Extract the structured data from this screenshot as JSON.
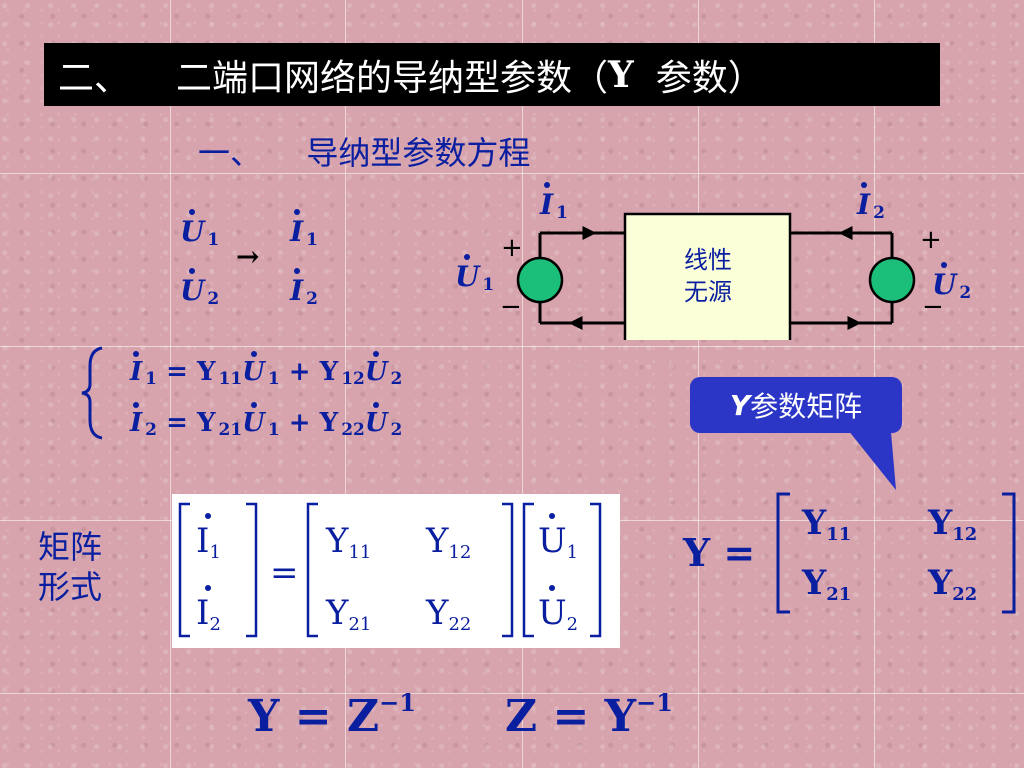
{
  "title": {
    "number": "二、",
    "text": "二端口网络的导纳型参数（",
    "y": "Y",
    "end": "参数）"
  },
  "subtitle": {
    "number": "一、",
    "text": "导纳型参数方程"
  },
  "mapping": {
    "u1": "U",
    "u1_sub": "1",
    "u2": "U",
    "u2_sub": "2",
    "arrow": "→",
    "i1": "I",
    "i1_sub": "1",
    "i2": "I",
    "i2_sub": "2"
  },
  "circuit": {
    "box_line1": "线性",
    "box_line2": "无源",
    "i1": "I",
    "i1_sub": "1",
    "i2": "I",
    "i2_sub": "2",
    "u1": "U",
    "u1_sub": "1",
    "u2": "U",
    "u2_sub": "2",
    "plus": "+",
    "minus": "−"
  },
  "equations": {
    "eq1": {
      "lhs": "I",
      "lhs_sub": "1",
      "eq": "=",
      "a": "Y",
      "a_sub": "11",
      "u_a": "U",
      "u_a_sub": "1",
      "plus": "+",
      "b": "Y",
      "b_sub": "12",
      "u_b": "U",
      "u_b_sub": "2"
    },
    "eq2": {
      "lhs": "I",
      "lhs_sub": "2",
      "eq": "=",
      "a": "Y",
      "a_sub": "21",
      "u_a": "U",
      "u_a_sub": "1",
      "plus": "+",
      "b": "Y",
      "b_sub": "22",
      "u_b": "U",
      "u_b_sub": "2"
    }
  },
  "matrix_form_label": [
    "矩阵",
    "形式"
  ],
  "matrix_form": {
    "i1": "I",
    "i1_sub": "1",
    "i2": "I",
    "i2_sub": "2",
    "eq": "=",
    "y11": "Y",
    "y11_sub": "11",
    "y12": "Y",
    "y12_sub": "12",
    "y21": "Y",
    "y21_sub": "21",
    "y22": "Y",
    "y22_sub": "22",
    "u1": "U",
    "u1_sub": "1",
    "u2": "U",
    "u2_sub": "2"
  },
  "callout": {
    "y": "Y",
    "text": "参数矩阵"
  },
  "y_matrix": {
    "lhs": "Y =",
    "y11": "Y",
    "y11_sub": "11",
    "y12": "Y",
    "y12_sub": "12",
    "y21": "Y",
    "y21_sub": "21",
    "y22": "Y",
    "y22_sub": "22"
  },
  "inverse": {
    "left": {
      "lhs": "Y",
      "eq": "=",
      "rhs": "Z",
      "exp": "−1"
    },
    "right": {
      "lhs": "Z",
      "eq": "=",
      "rhs": "Y",
      "exp": "−1"
    }
  },
  "colors": {
    "accent_blue": "#0a1ea0",
    "title_bg": "#000000",
    "callout_bg": "#2b35c6",
    "source_fill": "#1bbf7a",
    "box_fill": "#fbffd8"
  }
}
